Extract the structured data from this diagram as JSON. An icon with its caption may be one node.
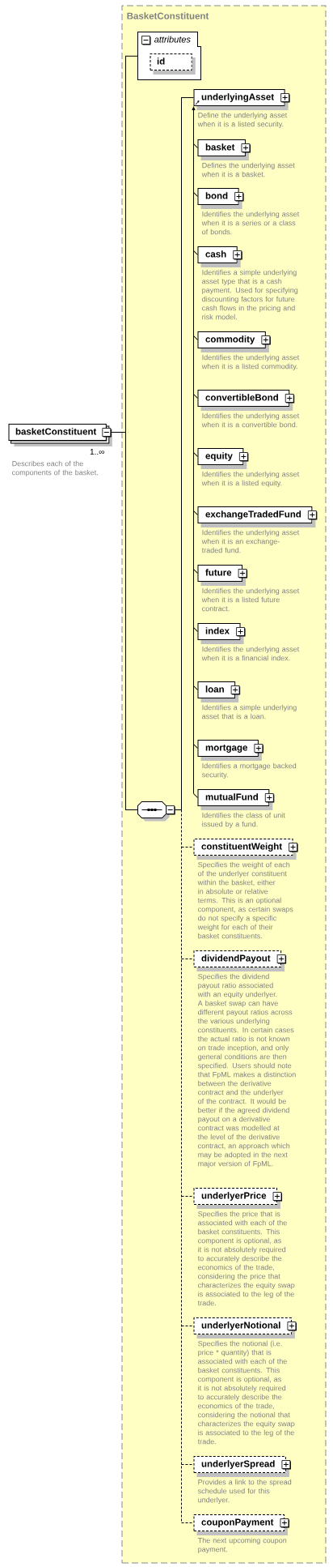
{
  "diagram": {
    "nodes": [
      {
        "text": [
          "basketConstituent"
        ],
        "beside": [
          "1..∞",
          "Describes each of the components of the basket."
        ]
      },
      {
        "text": [
          "BasketConstituent"
        ]
      },
      {
        "text": [
          "attributes"
        ],
        "in": 1
      },
      {
        "text": [
          "id"
        ],
        "in": 2
      },
      {
        "text": [],
        "shape": "octagon",
        "in": 1
      },
      {
        "text": [
          "underlyingAsset"
        ],
        "in": 1,
        "beside": [
          "Define the underlying asset when it is a listed security."
        ]
      },
      {
        "text": [
          "basket"
        ],
        "in": 1,
        "beside": [
          "Defines the underlying asset when it is a basket."
        ]
      },
      {
        "text": [
          "bond"
        ],
        "in": 1,
        "beside": [
          "Identifies the underlying asset when it is a series or a class of bonds."
        ]
      },
      {
        "text": [
          "cash"
        ],
        "in": 1,
        "beside": [
          "Identifies a simple underlying asset type that is a cash payment. Used for specifying discounting factors for future cash flows in the pricing and risk model."
        ]
      },
      {
        "text": [
          "commodity"
        ],
        "in": 1,
        "beside": [
          "Identifies the underlying asset when it is a listed commodity."
        ]
      },
      {
        "text": [
          "convertibleBond"
        ],
        "in": 1,
        "beside": [
          "Identifies the underlying asset when it is a convertible bond."
        ]
      },
      {
        "text": [
          "equity"
        ],
        "in": 1,
        "beside": [
          "Identifies the underlying asset when it is a listed equity."
        ]
      },
      {
        "text": [
          "exchangeTradedFund"
        ],
        "in": 1,
        "beside": [
          "Identifies the underlying asset when it is an exchange-traded fund."
        ]
      },
      {
        "text": [
          "future"
        ],
        "in": 1,
        "beside": [
          "Identifies the underlying asset when it is a listed future contract."
        ]
      },
      {
        "text": [
          "index"
        ],
        "in": 1,
        "beside": [
          "Identifies the underlying asset when it is a financial index."
        ]
      },
      {
        "text": [
          "loan"
        ],
        "in": 1,
        "beside": [
          "Identifies a simple underlying asset that is a loan."
        ]
      },
      {
        "text": [
          "mortgage"
        ],
        "in": 1,
        "beside": [
          "Identifies a mortgage backed security."
        ]
      },
      {
        "text": [
          "mutualFund"
        ],
        "in": 1,
        "beside": [
          "Identifies the class of unit issued by a fund."
        ]
      },
      {
        "text": [
          "constituentWeight"
        ],
        "in": 1,
        "beside": [
          "Specifies the weight of each of the underlyer constituent within the basket, either in absolute or relative terms. This is an optional component, as certain swaps do not specify a specific weight for each of their basket constituents."
        ]
      },
      {
        "text": [
          "dividendPayout"
        ],
        "in": 1,
        "beside": [
          "Specifies the dividend payout ratio associated with an equity underlyer. A basket swap can have different payout ratios across the various underlying constituents. In certain cases the actual ratio is not known on trade inception, and only general conditions are then specified. Users should note that FpML makes a distinction between the derivative contract and the underlyer of the contract. It would be better if the agreed dividend payout on a derivative contract was modelled at the level of the derivative contract, an approach which may be adopted in the next major version of FpML."
        ]
      },
      {
        "text": [
          "underlyerPrice"
        ],
        "in": 1,
        "beside": [
          "Specifies the price that is associated with each of the basket constituents. This component is optional, as it is not absolutely required to accurately describe the economics of the trade, considering the price that characterizes the equity swap is associated to the leg of the trade."
        ]
      },
      {
        "text": [
          "underlyerNotional"
        ],
        "in": 1,
        "beside": [
          "Specifies the notional (i.e. price * quantity) that is associated with each of the basket constituents. This component is optional, as it is not absolutely required to accurately describe the economics of the trade, considering the notional that characterizes the equity swap is associated to the leg of the trade."
        ]
      },
      {
        "text": [
          "underlyerSpread"
        ],
        "in": 1,
        "beside": [
          "Provides a link to the spread schedule used for this underlyer."
        ]
      },
      {
        "text": [
          "couponPayment"
        ],
        "in": 1,
        "beside": [
          "The next upcoming coupon payment."
        ]
      }
    ],
    "edges": [
      {
        "from": 0,
        "to": 2,
        "arrow": "none"
      },
      {
        "from": 0,
        "to": 4,
        "arrow": "none"
      },
      {
        "from": 4,
        "to": 5,
        "arrow": "none"
      },
      {
        "from": 6,
        "to": 5,
        "arrow": "to"
      },
      {
        "from": 7,
        "to": 5,
        "arrow": "to"
      },
      {
        "from": 8,
        "to": 5,
        "arrow": "to"
      },
      {
        "from": 9,
        "to": 5,
        "arrow": "to"
      },
      {
        "from": 10,
        "to": 5,
        "arrow": "to"
      },
      {
        "from": 11,
        "to": 5,
        "arrow": "to"
      },
      {
        "from": 12,
        "to": 5,
        "arrow": "to"
      },
      {
        "from": 13,
        "to": 5,
        "arrow": "to"
      },
      {
        "from": 14,
        "to": 5,
        "arrow": "to"
      },
      {
        "from": 15,
        "to": 5,
        "arrow": "to"
      },
      {
        "from": 16,
        "to": 5,
        "arrow": "to"
      },
      {
        "from": 17,
        "to": 5,
        "arrow": "to"
      },
      {
        "from": 4,
        "to": 18,
        "arrow": "none",
        "style": "dashed"
      },
      {
        "from": 4,
        "to": 19,
        "arrow": "none",
        "style": "dashed"
      },
      {
        "from": 4,
        "to": 20,
        "arrow": "none",
        "style": "dashed"
      },
      {
        "from": 4,
        "to": 21,
        "arrow": "none",
        "style": "dashed"
      },
      {
        "from": 4,
        "to": 22,
        "arrow": "none",
        "style": "dashed"
      },
      {
        "from": 4,
        "to": 23,
        "arrow": "none",
        "style": "dashed"
      }
    ]
  }
}
